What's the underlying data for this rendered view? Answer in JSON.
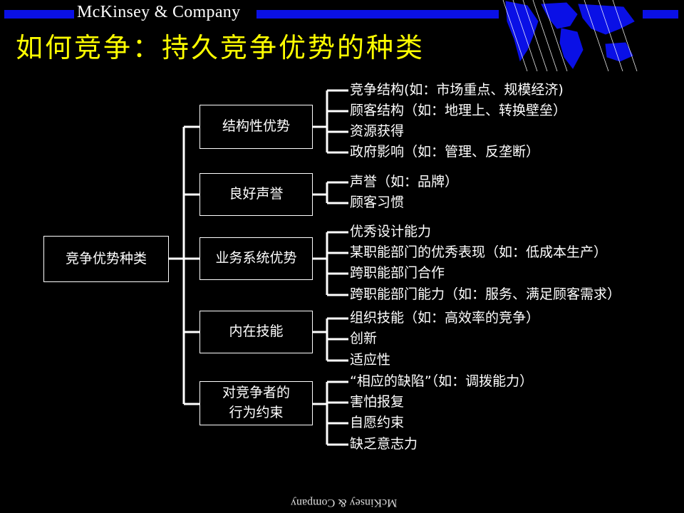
{
  "header": {
    "brand": "McKinsey & Company",
    "title": "如何竞争：持久竞争优势的种类"
  },
  "footer": {
    "brand": "McKinsey & Company"
  },
  "colors": {
    "title": "#ffff00",
    "bar": "#0a10e6",
    "background": "#000000"
  },
  "tree": {
    "root": "竞争优势种类",
    "categories": [
      {
        "label": "结构性优势",
        "items": [
          "竞争结构(如：市场重点、规模经济)",
          "顾客结构（如：地理上、转换壁垒）",
          "资源获得",
          "政府影响（如：管理、反垄断）"
        ]
      },
      {
        "label": "良好声誉",
        "items": [
          "声誉（如：品牌）",
          "顾客习惯"
        ]
      },
      {
        "label": "业务系统优势",
        "items": [
          "优秀设计能力",
          "某职能部门的优秀表现（如：低成本生产）",
          "跨职能部门合作",
          "跨职能部门能力（如：服务、满足顾客需求）"
        ]
      },
      {
        "label": "内在技能",
        "items": [
          "组织技能（如：高效率的竞争）",
          "创新",
          "适应性"
        ]
      },
      {
        "label": "对竞争者的\n行为约束",
        "items": [
          "“相应的缺陷”（如：调拨能力）",
          "害怕报复",
          "自愿约束",
          "缺乏意志力"
        ]
      }
    ]
  }
}
